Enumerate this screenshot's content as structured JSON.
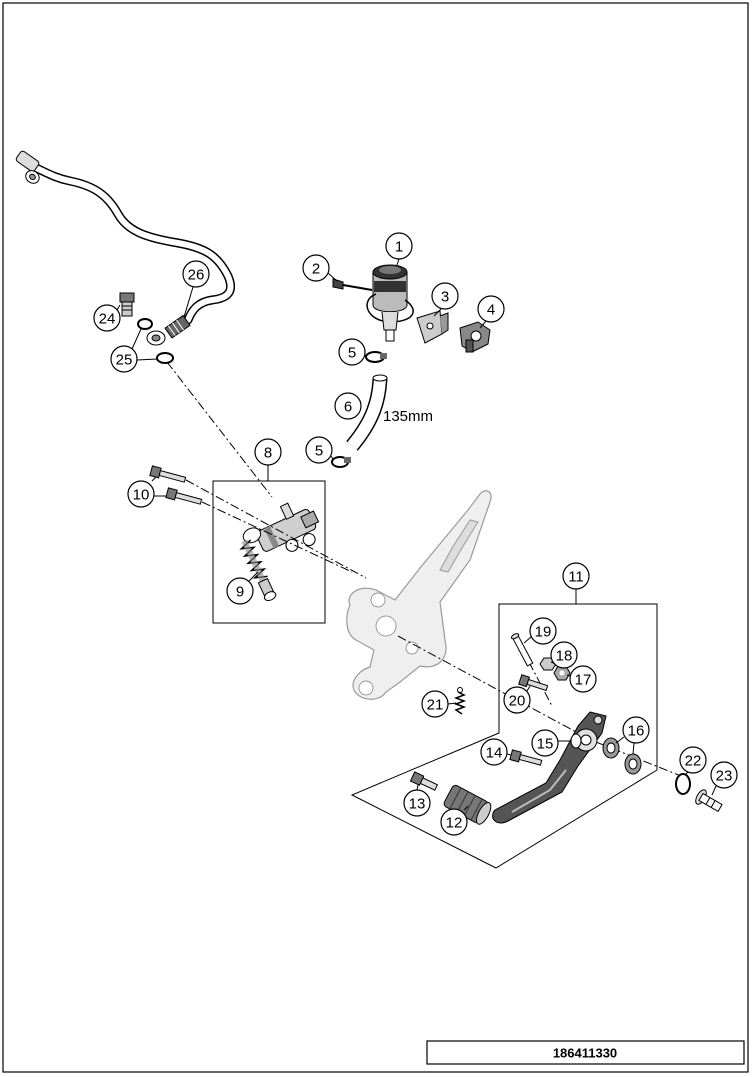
{
  "diagram": {
    "callouts": [
      "1",
      "2",
      "3",
      "4",
      "5",
      "6",
      "5",
      "8",
      "9",
      "10",
      "11",
      "12",
      "13",
      "14",
      "15",
      "16",
      "17",
      "18",
      "19",
      "20",
      "21",
      "22",
      "23",
      "24",
      "25",
      "26"
    ],
    "dimension_label": "135mm",
    "drawing_number": "186411330"
  }
}
